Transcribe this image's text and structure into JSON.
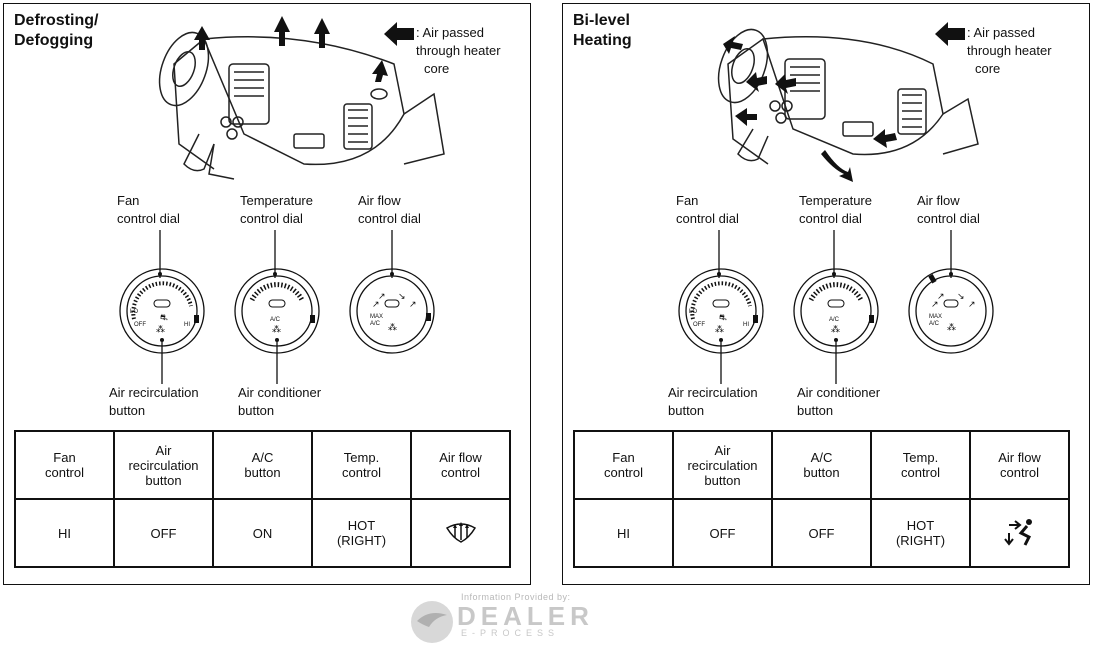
{
  "panels": [
    {
      "title_line1": "Defrosting/",
      "title_line2": "Defogging",
      "legend": {
        "line1": ": Air passed",
        "line2": "through heater",
        "line3": "core"
      },
      "labels": {
        "fan_line1": "Fan",
        "fan_line2": "control dial",
        "temp_line1": "Temperature",
        "temp_line2": "control dial",
        "flow_line1": "Air flow",
        "flow_line2": "control dial",
        "recirc_line1": "Air recirculation",
        "recirc_line2": "button",
        "ac_line1": "Air conditioner",
        "ac_line2": "button"
      },
      "dial_text": {
        "lo": "LO",
        "off": "OFF",
        "hi": "HI",
        "ac": "A/C",
        "max": "MAX",
        "max_ac": "A/C"
      },
      "table": {
        "headers": [
          {
            "l1": "Fan",
            "l2": "control",
            "l3": ""
          },
          {
            "l1": "Air",
            "l2": "recirculation",
            "l3": "button"
          },
          {
            "l1": "A/C",
            "l2": "button",
            "l3": ""
          },
          {
            "l1": "Temp.",
            "l2": "control",
            "l3": ""
          },
          {
            "l1": "Air flow",
            "l2": "control",
            "l3": ""
          }
        ],
        "values": [
          {
            "l1": "HI",
            "l2": ""
          },
          {
            "l1": "OFF",
            "l2": ""
          },
          {
            "l1": "ON",
            "l2": ""
          },
          {
            "l1": "HOT",
            "l2": "(RIGHT)"
          }
        ],
        "flow_icon": "defrost-icon"
      }
    },
    {
      "title_line1": "Bi-level",
      "title_line2": "Heating",
      "legend": {
        "line1": ": Air passed",
        "line2": "through heater",
        "line3": "core"
      },
      "labels": {
        "fan_line1": "Fan",
        "fan_line2": "control dial",
        "temp_line1": "Temperature",
        "temp_line2": "control dial",
        "flow_line1": "Air flow",
        "flow_line2": "control dial",
        "recirc_line1": "Air recirculation",
        "recirc_line2": "button",
        "ac_line1": "Air conditioner",
        "ac_line2": "button"
      },
      "dial_text": {
        "lo": "LO",
        "off": "OFF",
        "hi": "HI",
        "ac": "A/C",
        "max": "MAX",
        "max_ac": "A/C"
      },
      "table": {
        "headers": [
          {
            "l1": "Fan",
            "l2": "control",
            "l3": ""
          },
          {
            "l1": "Air",
            "l2": "recirculation",
            "l3": "button"
          },
          {
            "l1": "A/C",
            "l2": "button",
            "l3": ""
          },
          {
            "l1": "Temp.",
            "l2": "control",
            "l3": ""
          },
          {
            "l1": "Air flow",
            "l2": "control",
            "l3": ""
          }
        ],
        "values": [
          {
            "l1": "HI",
            "l2": ""
          },
          {
            "l1": "OFF",
            "l2": ""
          },
          {
            "l1": "OFF",
            "l2": ""
          },
          {
            "l1": "HOT",
            "l2": "(RIGHT)"
          }
        ],
        "flow_icon": "bi-level-icon"
      }
    }
  ],
  "footer": {
    "provided": "Information Provided by:",
    "brand": "DEALER",
    "sub": "E-PROCESS"
  }
}
